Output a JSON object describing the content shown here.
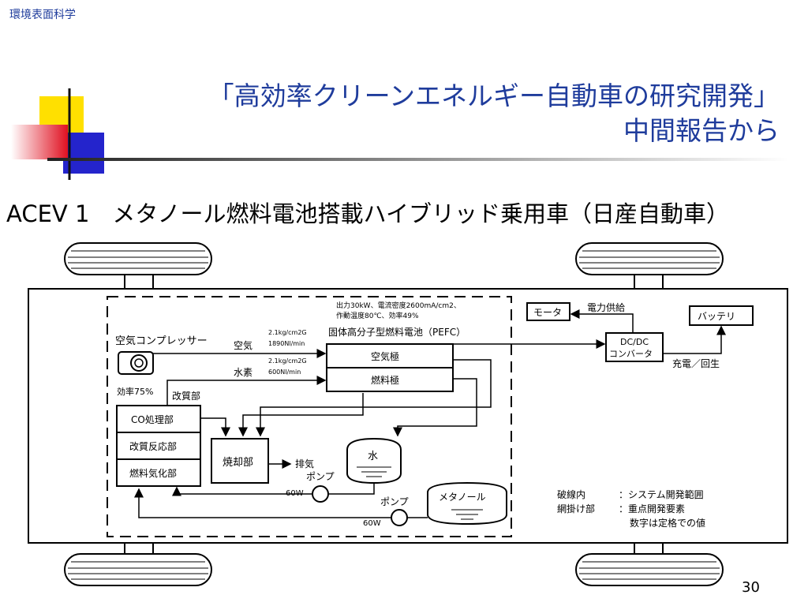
{
  "header": {
    "label": "環境表面科学"
  },
  "title": {
    "line1": "「高効率クリーンエネルギー自動車の研究開発」",
    "line2": "中間報告から"
  },
  "subtitle": "ACEV 1　メタノール燃料電池搭載ハイブリッド乗用車（日産自動車）",
  "page_number": "30",
  "colors": {
    "title_blue": "#1f3c9c",
    "deco_yellow": "#ffe000",
    "deco_red": "#e8202a",
    "deco_blue": "#2020c8"
  },
  "diagram": {
    "spec_line1": "出力30kW、電流密度2600mA/cm2、",
    "spec_line2": "作動温度80℃、効率49%",
    "pefc": "固体高分子型燃料電池（PEFC）",
    "air_electrode": "空気極",
    "fuel_electrode": "燃料極",
    "compressor": "空気コンプレッサー",
    "air": "空気",
    "air_rate1": "2.1kg/cm2G",
    "air_rate2": "1890Nl/min",
    "hydrogen": "水素",
    "h2_rate1": "2.1kg/cm2G",
    "h2_rate2": "600Nl/min",
    "efficiency": "効率75%",
    "reformer": "改質部",
    "co_unit": "CO処理部",
    "reform_reactor": "改質反応部",
    "vaporizer": "燃料気化部",
    "combustor": "焼却部",
    "exhaust": "排気",
    "water": "水",
    "pump_top": "ポンプ",
    "pump_top_power": "60W",
    "pump_bottom": "ポンプ",
    "pump_bottom_power": "60W",
    "methanol": "メタノール",
    "motor": "モータ",
    "power_supply": "電力供給",
    "battery": "バッテリ",
    "dcdc1": "DC/DC",
    "dcdc2": "コンバータ",
    "charge": "充電／回生",
    "legend1_key": "破線内",
    "legend1_val": "：システム開発範囲",
    "legend2_key": "網掛け部",
    "legend2_val": "：重点開発要素",
    "legend3_val": "数字は定格での値"
  }
}
